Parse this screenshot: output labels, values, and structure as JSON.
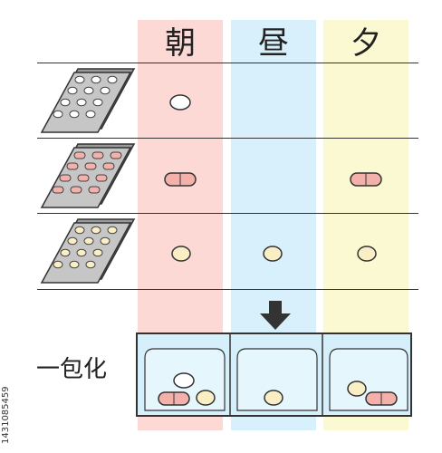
{
  "columns": {
    "morning": "朝",
    "noon": "昼",
    "evening": "夕"
  },
  "packet_label": "一包化",
  "stock_id": "1431085459",
  "colors": {
    "morning_band": "#fcd9d4",
    "noon_band": "#d8f0fb",
    "evening_band": "#fbf9d2",
    "white_pill": "#ffffff",
    "pink_capsule": "#f4b1ab",
    "yellow_pill": "#faefc4",
    "blister_gray": "#9a9a9a",
    "packet_blue": "#d6f0fb"
  },
  "rows": [
    {
      "medicine": "white-tablet",
      "morning": true,
      "noon": false,
      "evening": false
    },
    {
      "medicine": "pink-capsule",
      "morning": true,
      "noon": false,
      "evening": true
    },
    {
      "medicine": "yellow-tablet",
      "morning": true,
      "noon": true,
      "evening": true
    }
  ],
  "packets": [
    {
      "slot": "morning",
      "contents": [
        "white-tablet",
        "pink-capsule",
        "yellow-tablet"
      ]
    },
    {
      "slot": "noon",
      "contents": [
        "yellow-tablet"
      ]
    },
    {
      "slot": "evening",
      "contents": [
        "yellow-tablet",
        "pink-capsule"
      ]
    }
  ]
}
